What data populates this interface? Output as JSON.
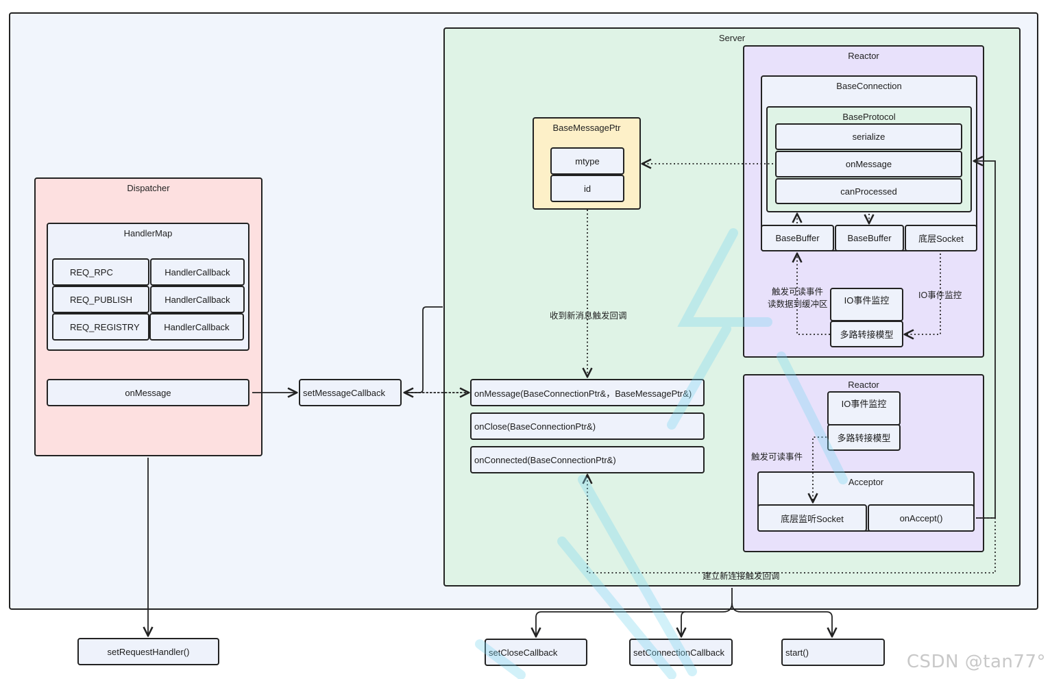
{
  "outer": {
    "fill": "#f1f5fc"
  },
  "server": {
    "title": "Server",
    "fill": "#dff3e6"
  },
  "reactor_top": {
    "title": "Reactor",
    "base_connection": {
      "title": "BaseConnection",
      "base_protocol": {
        "title": "BaseProtocol",
        "methods": [
          "serialize",
          "onMessage",
          "canProcessed"
        ]
      },
      "buffers": [
        "BaseBuffer",
        "BaseBuffer",
        "底层Socket"
      ]
    },
    "io_monitor": "IO事件监控",
    "multiplex": "多路转接模型",
    "label_trigger_read": "触发可读事件",
    "label_read_buffer": "读数据到缓冲区",
    "label_io_monitor": "IO事件监控"
  },
  "reactor_bottom": {
    "title": "Reactor",
    "io_monitor": "IO事件监控",
    "multiplex": "多路转接模型",
    "label_trigger_read": "触发可读事件",
    "acceptor": {
      "title": "Acceptor",
      "socket": "底层监听Socket",
      "on_accept": "onAccept()"
    }
  },
  "base_message_ptr": {
    "title": "BaseMessagePtr",
    "fields": [
      "mtype",
      "id"
    ]
  },
  "label_new_msg": "收到新消息触发回调",
  "label_new_conn": "建立新连接触发回调",
  "callbacks": [
    "onMessage(BaseConnectionPtr&，BaseMessagePtr&)",
    "onClose(BaseConnectionPtr&)",
    "onConnected(BaseConnectionPtr&)"
  ],
  "dispatcher": {
    "title": "Dispatcher",
    "fill": "#fde0e0",
    "handler_map": {
      "title": "HandlerMap",
      "rows": [
        {
          "key": "REQ_RPC",
          "value": "HandlerCallback"
        },
        {
          "key": "REQ_PUBLISH",
          "value": "HandlerCallback"
        },
        {
          "key": "REQ_REGISTRY",
          "value": "HandlerCallback"
        }
      ]
    },
    "on_message": "onMessage"
  },
  "set_message_callback": "setMessageCallback",
  "bottom_calls": {
    "set_request_handler": "setRequestHandler()",
    "set_close_callback": "setCloseCallback",
    "set_connection_callback": "setConnectionCallback",
    "start": "start()"
  },
  "watermark": "CSDN @tan77°"
}
